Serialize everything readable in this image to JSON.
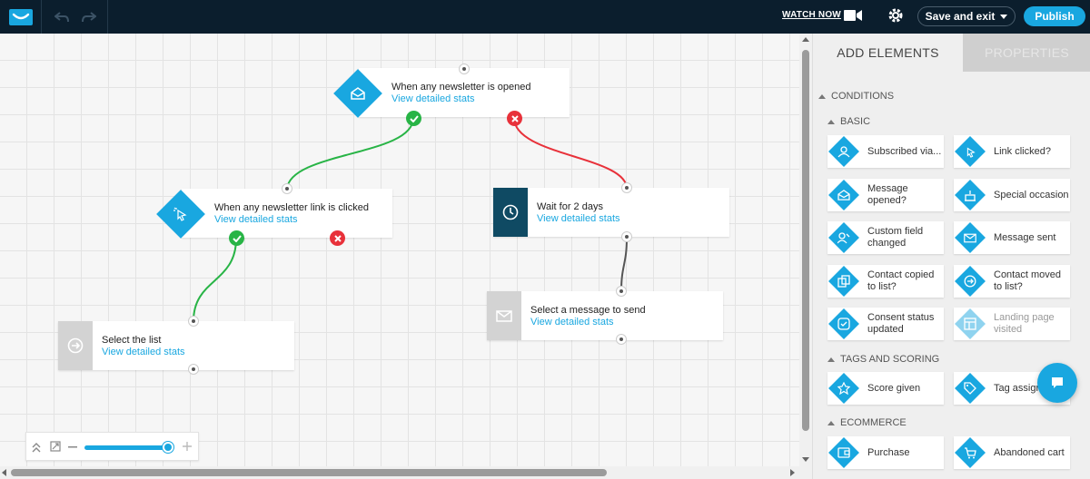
{
  "topbar": {
    "watch_now": "WATCH NOW",
    "save_exit": "Save and exit",
    "publish": "Publish"
  },
  "canvas": {
    "nodes": [
      {
        "title": "When any newsletter is opened",
        "stats": "View detailed stats"
      },
      {
        "title": "When any newsletter link is clicked",
        "stats": "View detailed stats"
      },
      {
        "title": "Wait for 2 days",
        "stats": "View detailed stats"
      },
      {
        "title": "Select the list",
        "stats": "View detailed stats"
      },
      {
        "title": "Select a message to send",
        "stats": "View detailed stats"
      }
    ],
    "zoom_level": 0.9
  },
  "panel": {
    "tabs": [
      "ADD ELEMENTS",
      "PROPERTIES"
    ],
    "sections": {
      "conditions": "CONDITIONS",
      "basic": "BASIC",
      "tags_scoring": "TAGS AND SCORING",
      "ecommerce": "ECOMMERCE"
    },
    "basic_items": [
      {
        "label": "Subscribed via...",
        "icon": "user-icon"
      },
      {
        "label": "Link clicked?",
        "icon": "cursor-click-icon"
      },
      {
        "label": "Message opened?",
        "icon": "envelope-open-icon"
      },
      {
        "label": "Special occasion",
        "icon": "cake-icon"
      },
      {
        "label": "Custom field changed",
        "icon": "user-edit-icon"
      },
      {
        "label": "Message sent",
        "icon": "envelope-send-icon"
      },
      {
        "label": "Contact copied to list?",
        "icon": "copy-icon"
      },
      {
        "label": "Contact moved to list?",
        "icon": "arrow-circle-icon"
      },
      {
        "label": "Consent status updated",
        "icon": "check-square-icon"
      },
      {
        "label": "Landing page visited",
        "icon": "layout-icon"
      }
    ],
    "tags_items": [
      {
        "label": "Score given",
        "icon": "star-icon"
      },
      {
        "label": "Tag assigned",
        "icon": "tag-icon"
      }
    ],
    "ecommerce_items": [
      {
        "label": "Purchase",
        "icon": "wallet-icon"
      },
      {
        "label": "Abandoned cart",
        "icon": "cart-icon"
      }
    ]
  },
  "colors": {
    "accent": "#19a7e0",
    "topbar": "#0b1e2d",
    "success": "#28b446",
    "danger": "#e8313a"
  }
}
